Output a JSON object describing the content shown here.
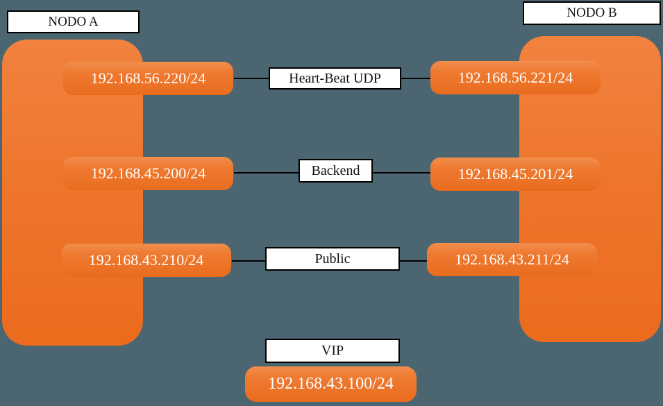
{
  "canvas": {
    "background_color": "#4C6671",
    "node_fill_top": "#F1823F",
    "node_fill_bottom": "#EC6B1D",
    "pill_fill_top": "#F28E4D",
    "pill_fill_bottom": "#E96C1E",
    "label_box_bg": "#FFFFFF",
    "label_box_border": "#000000",
    "connector_color": "#000000",
    "ip_text_color": "#FFFFFF"
  },
  "nodes": [
    {
      "id": "node-a",
      "title": "NODO A"
    },
    {
      "id": "node-b",
      "title": "NODO B"
    }
  ],
  "links": [
    {
      "label": "Heart-Beat UDP",
      "left_ip": "192.168.56.220/24",
      "right_ip": "192.168.56.221/24"
    },
    {
      "label": "Backend",
      "left_ip": "192.168.45.200/24",
      "right_ip": "192.168.45.201/24"
    },
    {
      "label": "Public",
      "left_ip": "192.168.43.210/24",
      "right_ip": "192.168.43.211/24"
    }
  ],
  "vip": {
    "label": "VIP",
    "ip": "192.168.43.100/24"
  }
}
